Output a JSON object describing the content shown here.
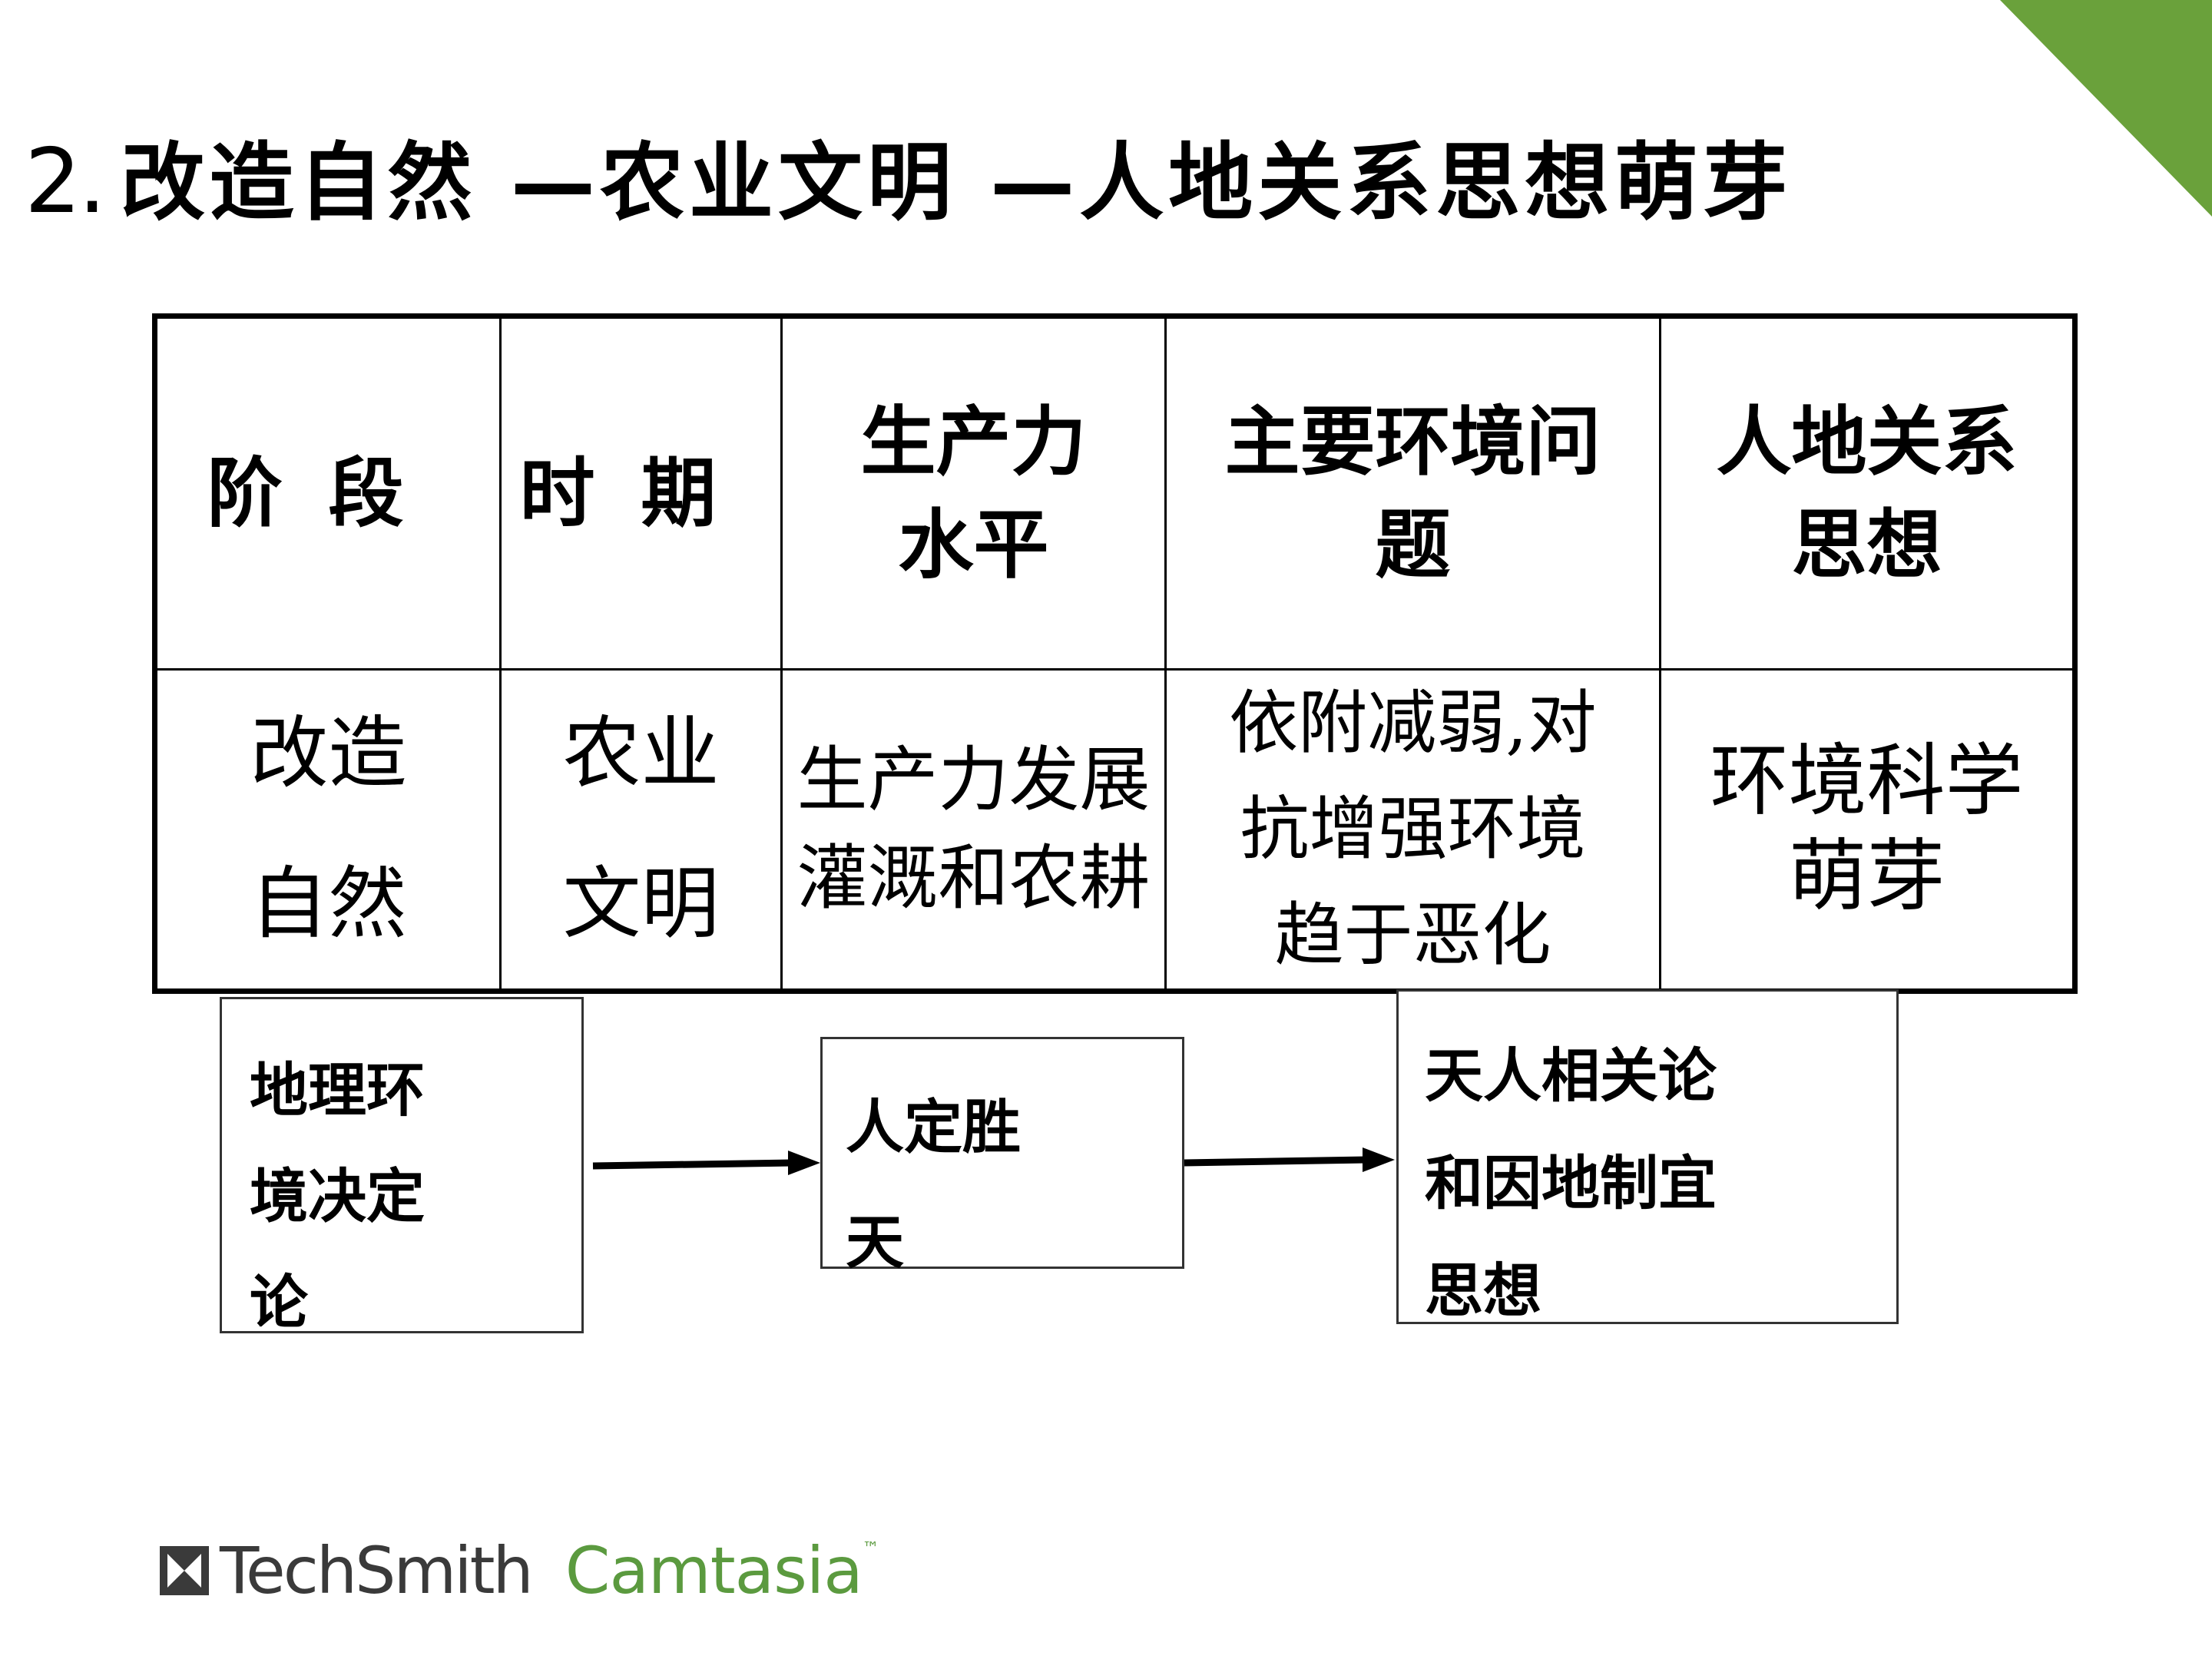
{
  "slide": {
    "title_number": "2.",
    "title_text": "改造自然 —农业文明 —人地关系思想萌芽"
  },
  "table": {
    "headers": [
      {
        "lines": [
          "阶段"
        ]
      },
      {
        "lines": [
          "时期"
        ]
      },
      {
        "lines": [
          "生产力",
          "水平"
        ]
      },
      {
        "lines": [
          "主要环境问",
          "题"
        ]
      },
      {
        "lines": [
          "人地关系",
          "思想"
        ]
      }
    ],
    "row": [
      {
        "lines": [
          "改造",
          "自然"
        ]
      },
      {
        "lines": [
          "农业",
          "文明"
        ]
      },
      {
        "lines": [
          "生产力发展",
          "灌溉和农耕"
        ]
      },
      {
        "lines": [
          "依附减弱,对",
          "抗增强环境",
          "趋于恶化"
        ]
      },
      {
        "lines": [
          "环境科学",
          "萌芽"
        ]
      }
    ]
  },
  "flow": {
    "box1": [
      "地理环",
      "境决定",
      "论"
    ],
    "box2": [
      "人定胜",
      "天"
    ],
    "box3": [
      "天人相关论",
      "和因地制宜",
      "思想"
    ]
  },
  "watermark": {
    "brand": "TechSmith",
    "product": "Camtasia",
    "tm": "™"
  },
  "colors": {
    "corner_accent": "#6aa13b",
    "camtasia_green": "#5b9a3f"
  },
  "icons": {
    "corner": "green-corner-triangle",
    "logo": "techsmith-logo-icon"
  }
}
